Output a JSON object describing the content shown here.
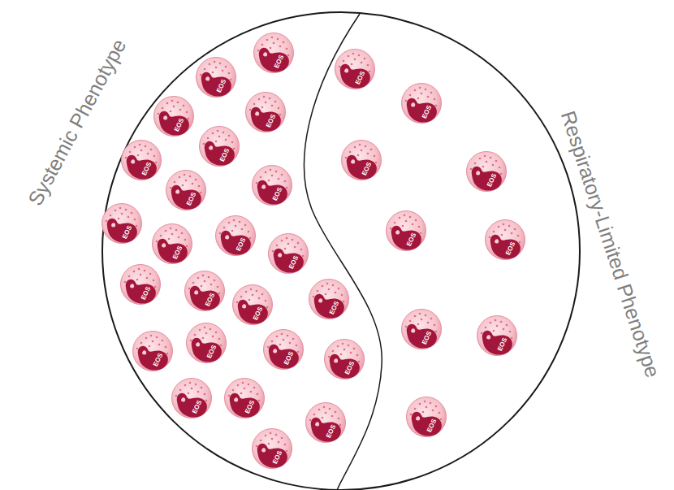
{
  "diagram": {
    "nodes": [
      {
        "text": [
          "EOS"
        ]
      },
      {
        "text": [
          "EOS"
        ]
      },
      {
        "text": [
          "EOS"
        ]
      },
      {
        "text": [
          "EOS"
        ]
      },
      {
        "text": [
          "EOS"
        ]
      },
      {
        "text": [
          "EOS"
        ]
      },
      {
        "text": [
          "EOS"
        ]
      },
      {
        "text": [
          "EOS"
        ]
      },
      {
        "text": [
          "EOS"
        ]
      },
      {
        "text": [
          "EOS"
        ]
      },
      {
        "text": [
          "EOS"
        ]
      },
      {
        "text": [
          "EOS"
        ]
      },
      {
        "text": [
          "EOS"
        ]
      },
      {
        "text": [
          "EOS"
        ]
      },
      {
        "text": [
          "EOS"
        ]
      },
      {
        "text": [
          "EOS"
        ]
      },
      {
        "text": [
          "EOS"
        ]
      },
      {
        "text": [
          "EOS"
        ]
      },
      {
        "text": [
          "EOS"
        ]
      },
      {
        "text": [
          "EOS"
        ]
      },
      {
        "text": [
          "EOS"
        ]
      },
      {
        "text": [
          "EOS"
        ]
      },
      {
        "text": [
          "EOS"
        ]
      },
      {
        "text": [
          "EOS"
        ]
      },
      {
        "text": [
          "EOS"
        ]
      },
      {
        "text": [
          "EOS"
        ]
      },
      {
        "text": [
          "EOS"
        ]
      },
      {
        "text": [
          "EOS"
        ]
      },
      {
        "text": [
          "EOS"
        ]
      },
      {
        "text": [
          "EOS"
        ]
      },
      {
        "text": [
          "EOS"
        ]
      },
      {
        "text": [
          "EOS"
        ]
      },
      {
        "text": [
          "EOS"
        ]
      }
    ],
    "labels": [
      "Systemic Phenotype",
      "Respiratory-Limited Phenotype"
    ]
  }
}
